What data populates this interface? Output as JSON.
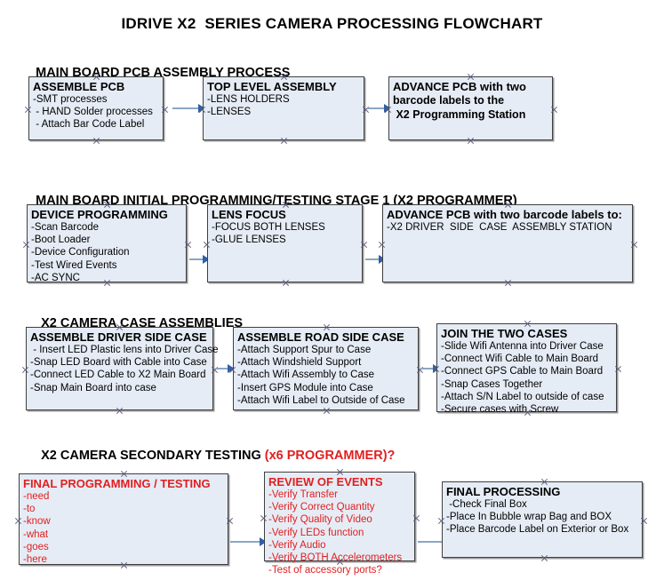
{
  "document": {
    "title": "IDRIVE X2  SERIES CAMERA PROCESSING FLOWCHART"
  },
  "colors": {
    "box_fill": "#e6ecf5",
    "box_border": "#3f3f3f",
    "connector": "#8aa6c4",
    "arrowhead": "#2f5fa8",
    "red_text": "#e02020",
    "background": "#ffffff"
  },
  "sections": [
    {
      "heading": "MAIN BOARD PCB ASSEMBLY PROCESS",
      "heading_red": "",
      "boxes": [
        {
          "title": "ASSEMBLE PCB",
          "lines": [
            "-SMT processes",
            " - HAND Solder processes",
            " - Attach Bar Code Label"
          ]
        },
        {
          "title": "TOP LEVEL ASSEMBLY",
          "lines": [
            "-LENS HOLDERS",
            "-LENSES"
          ]
        },
        {
          "title": "ADVANCE PCB with two",
          "lines": [
            "barcode labels to the",
            " X2 Programming Station"
          ]
        }
      ]
    },
    {
      "heading": "MAIN BOARD INITIAL PROGRAMMING/TESTING STAGE 1 (X2 PROGRAMMER)",
      "heading_red": "",
      "boxes": [
        {
          "title": "DEVICE PROGRAMMING",
          "lines": [
            "-Scan Barcode",
            "-Boot Loader",
            "-Device Configuration",
            "-Test Wired Events",
            "-AC SYNC"
          ]
        },
        {
          "title": "LENS FOCUS",
          "lines": [
            "-FOCUS BOTH LENSES",
            "-GLUE LENSES"
          ]
        },
        {
          "title": "ADVANCE PCB with two barcode labels to:",
          "lines": [
            "-X2 DRIVER  SIDE  CASE  ASSEMBLY STATION"
          ]
        }
      ]
    },
    {
      "heading": "X2 CAMERA CASE ASSEMBLIES",
      "heading_red": "",
      "boxes": [
        {
          "title": "ASSEMBLE DRIVER SIDE CASE",
          "lines": [
            " - Insert LED Plastic lens into Driver Case",
            "-Snap LED Board with Cable into Case",
            "-Connect LED Cable to X2 Main Board",
            "-Snap Main Board into case"
          ]
        },
        {
          "title": "ASSEMBLE ROAD SIDE CASE",
          "lines": [
            "-Attach Support Spur to Case",
            "-Attach Windshield Support",
            "-Attach Wifi Assembly to Case",
            "-Insert GPS Module into Case",
            "-Attach Wifi Label to Outside of Case"
          ]
        },
        {
          "title": "JOIN THE TWO CASES",
          "lines": [
            "-Slide Wifi Antenna into Driver Case",
            "-Connect Wifi Cable to Main Board",
            "-Connect GPS Cable to Main Board",
            "-Snap Cases Together",
            "-Attach S/N Label to outside of case",
            "-Secure cases with Screw"
          ]
        }
      ]
    },
    {
      "heading": "X2 CAMERA SECONDARY TESTING ",
      "heading_red": "(x6 PROGRAMMER)?",
      "boxes": [
        {
          "title": "FINAL PROGRAMMING / TESTING",
          "lines": [
            "-need",
            "-to",
            "-know",
            "-what",
            "-goes",
            "-here"
          ]
        },
        {
          "title": "REVIEW OF EVENTS",
          "lines": [
            "-Verify Transfer",
            "-Verify Correct Quantity",
            "-Verify Quality of Video",
            "-Verify LEDs function",
            "-Verify Audio",
            "-Verify BOTH Accelerometers",
            "-Test of accessory ports?"
          ]
        },
        {
          "title": "FINAL PROCESSING",
          "lines": [
            " -Check Final Box",
            "-Place In Bubble wrap Bag and BOX",
            "-Place Barcode Label on Exterior or Box"
          ]
        }
      ]
    }
  ]
}
